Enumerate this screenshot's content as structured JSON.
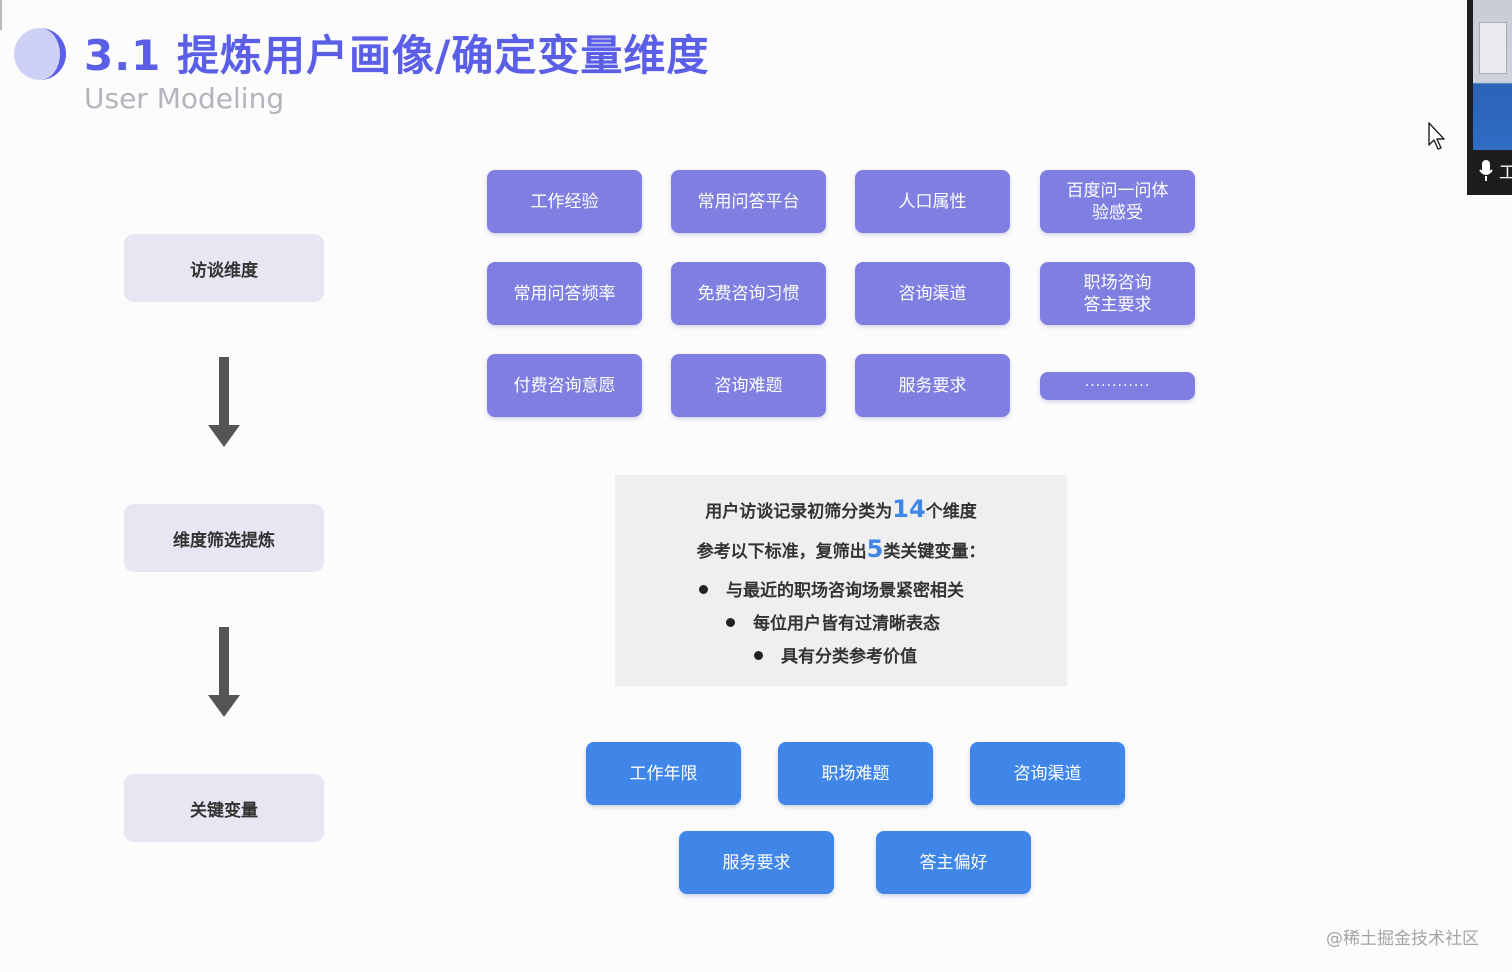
{
  "header": {
    "title": "3.1 提炼用户画像/确定变量维度",
    "subtitle": "User Modeling"
  },
  "flow": {
    "steps": [
      "访谈维度",
      "维度筛选提炼",
      "关键变量"
    ]
  },
  "dimensions": [
    "工作经验",
    "常用问答平台",
    "人口属性",
    "百度问一问体\n验感受",
    "常用问答频率",
    "免费咨询习惯",
    "咨询渠道",
    "职场咨询\n答主要求",
    "付费咨询意愿",
    "咨询难题",
    "服务要求",
    "············"
  ],
  "summary": {
    "line1_prefix": "用户访谈记录初筛分类为",
    "line1_number": "14",
    "line1_suffix": "个维度",
    "line2_prefix": "参考以下标准，复筛出",
    "line2_number": "5",
    "line2_suffix": "类关键变量：",
    "criteria": [
      "与最近的职场咨询场景紧密相关",
      "每位用户皆有过清晰表态",
      "具有分类参考价值"
    ]
  },
  "key_variables": [
    "工作年限",
    "职场难题",
    "咨询渠道",
    "服务要求",
    "答主偏好"
  ],
  "overlay": {
    "webcam_label": "工",
    "watermark": "@稀土掘金技术社区"
  },
  "colors": {
    "title": "#5b5ee6",
    "dimension_chip": "#7f7fe2",
    "key_variable_chip": "#3f86e8",
    "step_box": "#e7e6f2",
    "summary_box": "#efefef"
  }
}
